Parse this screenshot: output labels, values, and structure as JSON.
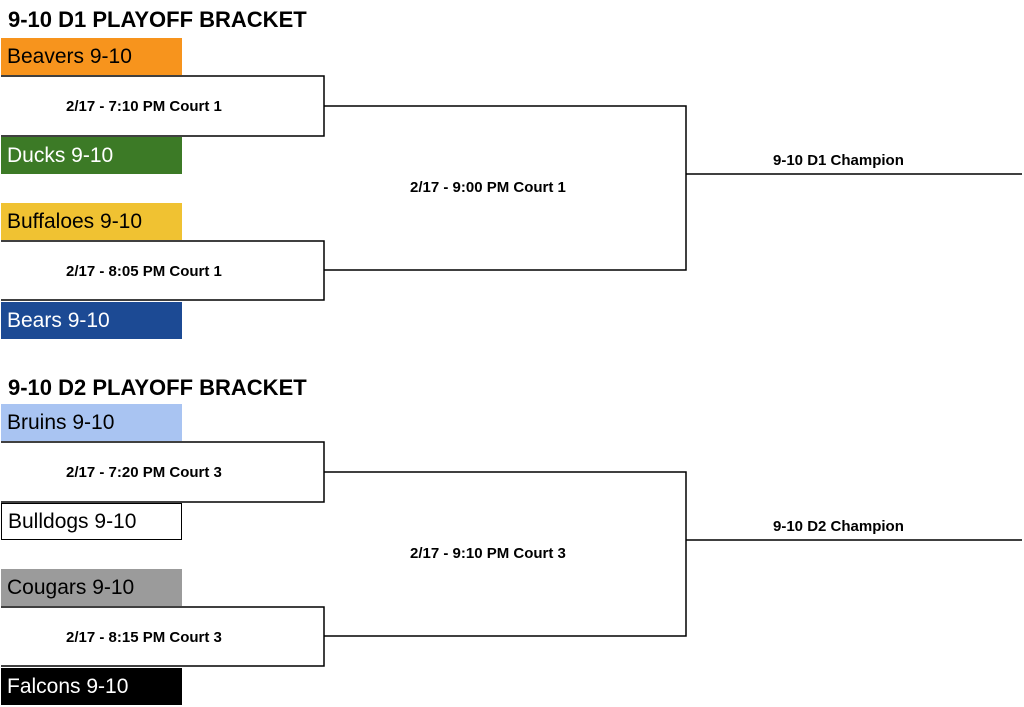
{
  "brackets": [
    {
      "title": "9-10 D1 PLAYOFF BRACKET",
      "teams": [
        {
          "name": "Beavers 9-10",
          "bg": "#f7941d",
          "color": "#000000"
        },
        {
          "name": "Ducks 9-10",
          "bg": "#3c7a26",
          "color": "#ffffff"
        },
        {
          "name": "Buffaloes 9-10",
          "bg": "#f0c232",
          "color": "#000000"
        },
        {
          "name": "Bears 9-10",
          "bg": "#1c4a94",
          "color": "#ffffff"
        }
      ],
      "games": {
        "semi1": "2/17 - 7:10 PM Court 1",
        "semi2": "2/17 - 8:05 PM Court 1",
        "final": "2/17 - 9:00 PM Court 1"
      },
      "champion": "9-10 D1 Champion"
    },
    {
      "title": "9-10 D2 PLAYOFF BRACKET",
      "teams": [
        {
          "name": "Bruins 9-10",
          "bg": "#a9c4f2",
          "color": "#000000"
        },
        {
          "name": "Bulldogs 9-10",
          "bg": "#ffffff",
          "color": "#000000"
        },
        {
          "name": "Cougars 9-10",
          "bg": "#9b9b9b",
          "color": "#000000"
        },
        {
          "name": "Falcons 9-10",
          "bg": "#000000",
          "color": "#ffffff"
        }
      ],
      "games": {
        "semi1": "2/17 - 7:20 PM Court 3",
        "semi2": "2/17 - 8:15 PM Court 3",
        "final": "2/17 - 9:10 PM Court 3"
      },
      "champion": "9-10 D2 Champion"
    }
  ]
}
